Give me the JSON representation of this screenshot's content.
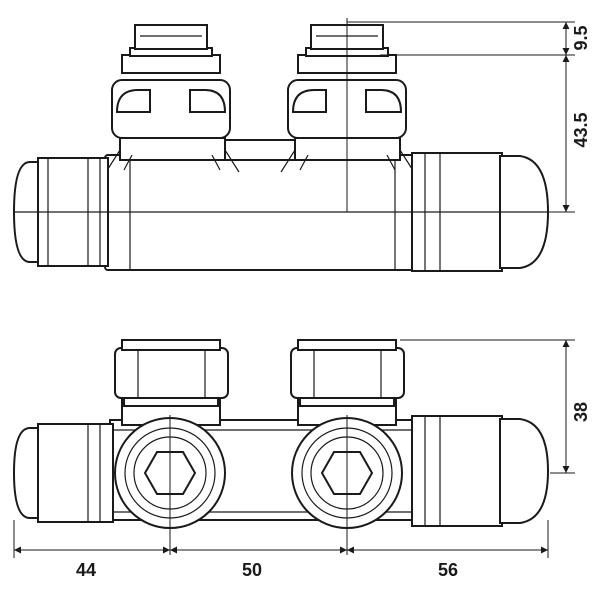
{
  "dimensions": {
    "top_nut_height": "9.5",
    "top_body_height": "43.5",
    "front_height": "38",
    "left_width": "44",
    "middle_width": "50",
    "right_width": "56"
  },
  "colors": {
    "line": "#1a1a1a",
    "background": "#ffffff"
  }
}
